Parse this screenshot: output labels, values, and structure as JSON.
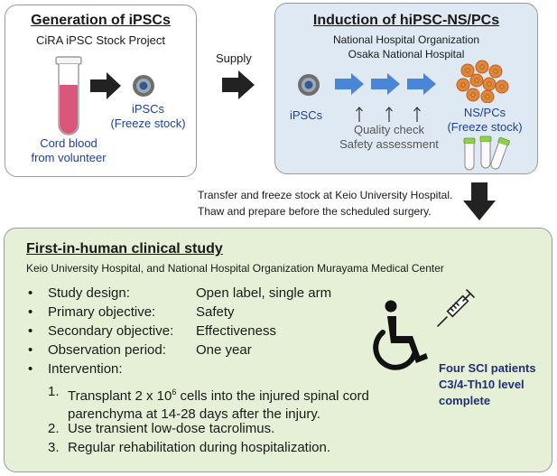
{
  "generation": {
    "title": "Generation of iPSCs",
    "subtitle": "CiRA iPSC Stock Project",
    "source_label_1": "Cord blood",
    "source_label_2": "from volunteer",
    "ipsc_label_1": "iPSCs",
    "ipsc_label_2": "(Freeze stock)"
  },
  "supply_label": "Supply",
  "induction": {
    "title": "Induction of hiPSC-NS/PCs",
    "org_1": "National Hospital Organization",
    "org_2": "Osaka National Hospital",
    "ipsc_label": "iPSCs",
    "qc_1": "Quality check",
    "qc_2": "Safety assessment",
    "nspc_label_1": "NS/PCs",
    "nspc_label_2": "(Freeze stock)"
  },
  "transfer": {
    "line_1": "Transfer and freeze stock at Keio University Hospital.",
    "line_2": "Thaw and prepare before the scheduled surgery."
  },
  "study": {
    "title": "First-in-human clinical study",
    "sites": "Keio University Hospital, and National Hospital Organization Murayama Medical Center",
    "rows": [
      {
        "label": "Study design:",
        "value": "Open label, single arm"
      },
      {
        "label": "Primary objective:",
        "value": "Safety"
      },
      {
        "label": "Secondary objective:",
        "value": "Effectiveness"
      },
      {
        "label": "Observation period:",
        "value": "One year"
      },
      {
        "label": "Intervention:",
        "value": ""
      }
    ],
    "steps": [
      {
        "num": "1.",
        "pre": "Transplant 2 x 10",
        "sup": "6",
        "post": " cells into the injured spinal cord",
        "line2": "parenchyma at 14-28 days after the injury."
      },
      {
        "num": "2.",
        "text": "Use transient low-dose tacrolimus."
      },
      {
        "num": "3.",
        "text": "Regular rehabilitation during hospitalization."
      }
    ],
    "patients_1": "Four SCI patients",
    "patients_2": "C3/4-Th10 level",
    "patients_3": "complete"
  },
  "colors": {
    "tube_fill": "#d9577a",
    "arrow_black": "#222222",
    "arrow_blue": "#4a86d8",
    "induction_bg": "#dfe9f3",
    "study_bg": "#e6f0d6",
    "cell_orange": "#e2843a",
    "vial_green": "#8fd14f"
  },
  "icons": [
    "test-tube-icon",
    "cell-icon",
    "neurosphere-cluster-icon",
    "vials-icon",
    "wheelchair-icon",
    "syringe-icon"
  ]
}
